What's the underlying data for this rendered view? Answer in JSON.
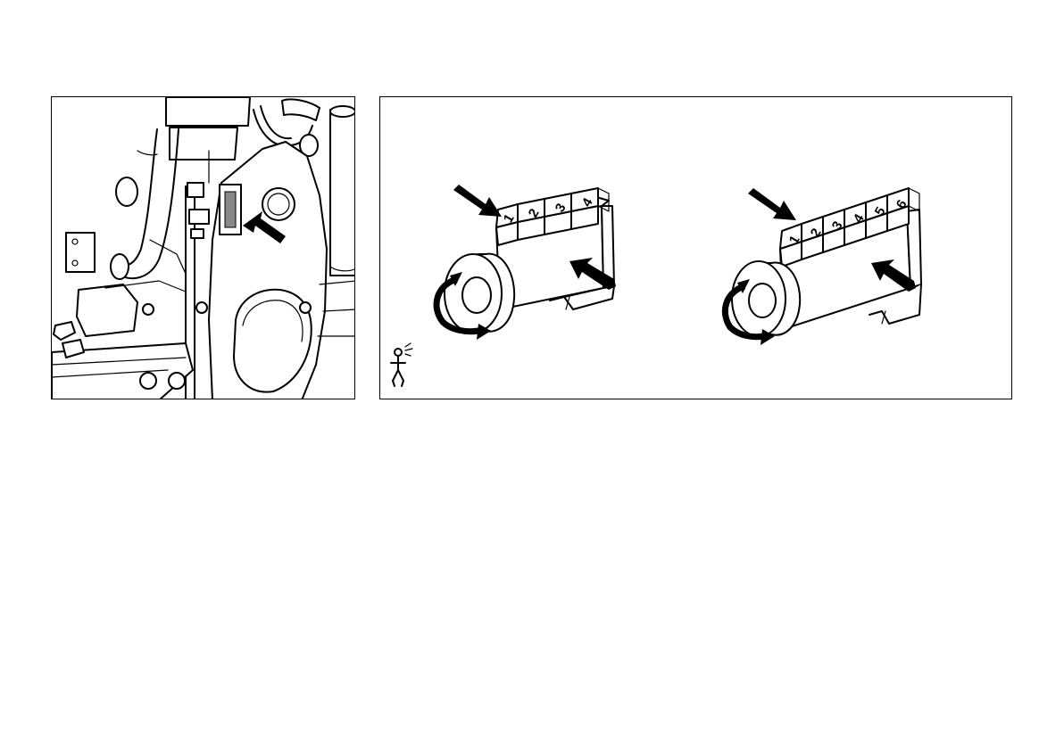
{
  "counter_4_cylinder": {
    "digits": [
      "1",
      "2",
      "3",
      "4"
    ]
  },
  "counter_6_cylinder": {
    "digits": [
      "1",
      "2",
      "3",
      "4",
      "5",
      "6"
    ]
  },
  "icons": [
    "engine-illustration",
    "arrow-icon",
    "rotate-arrow-icon",
    "person-speaking-icon"
  ]
}
